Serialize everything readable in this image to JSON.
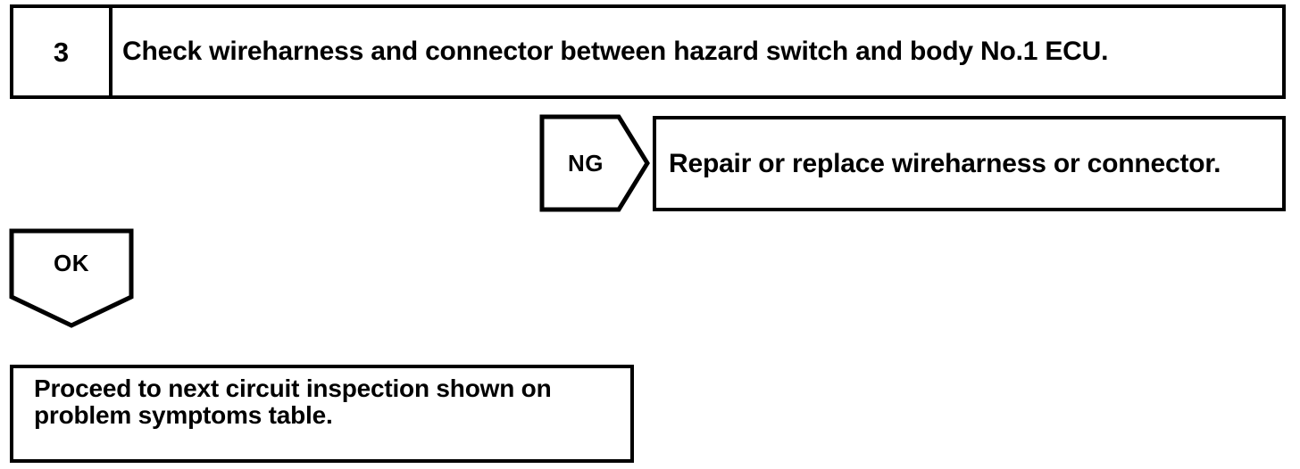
{
  "diagram": {
    "type": "troubleshooting-flowchart",
    "stroke_color": "#000000",
    "background_color": "#ffffff",
    "step": {
      "number": "3",
      "instruction": "Check wireharness and connector between hazard switch and body No.1 ECU."
    },
    "branches": {
      "ng": {
        "label": "NG",
        "shape": "pentagon-right",
        "result": "Repair or replace wireharness or connector."
      },
      "ok": {
        "label": "OK",
        "shape": "pentagon-down",
        "result": "Proceed to next circuit inspection shown on\nproblem symptoms table."
      }
    }
  }
}
